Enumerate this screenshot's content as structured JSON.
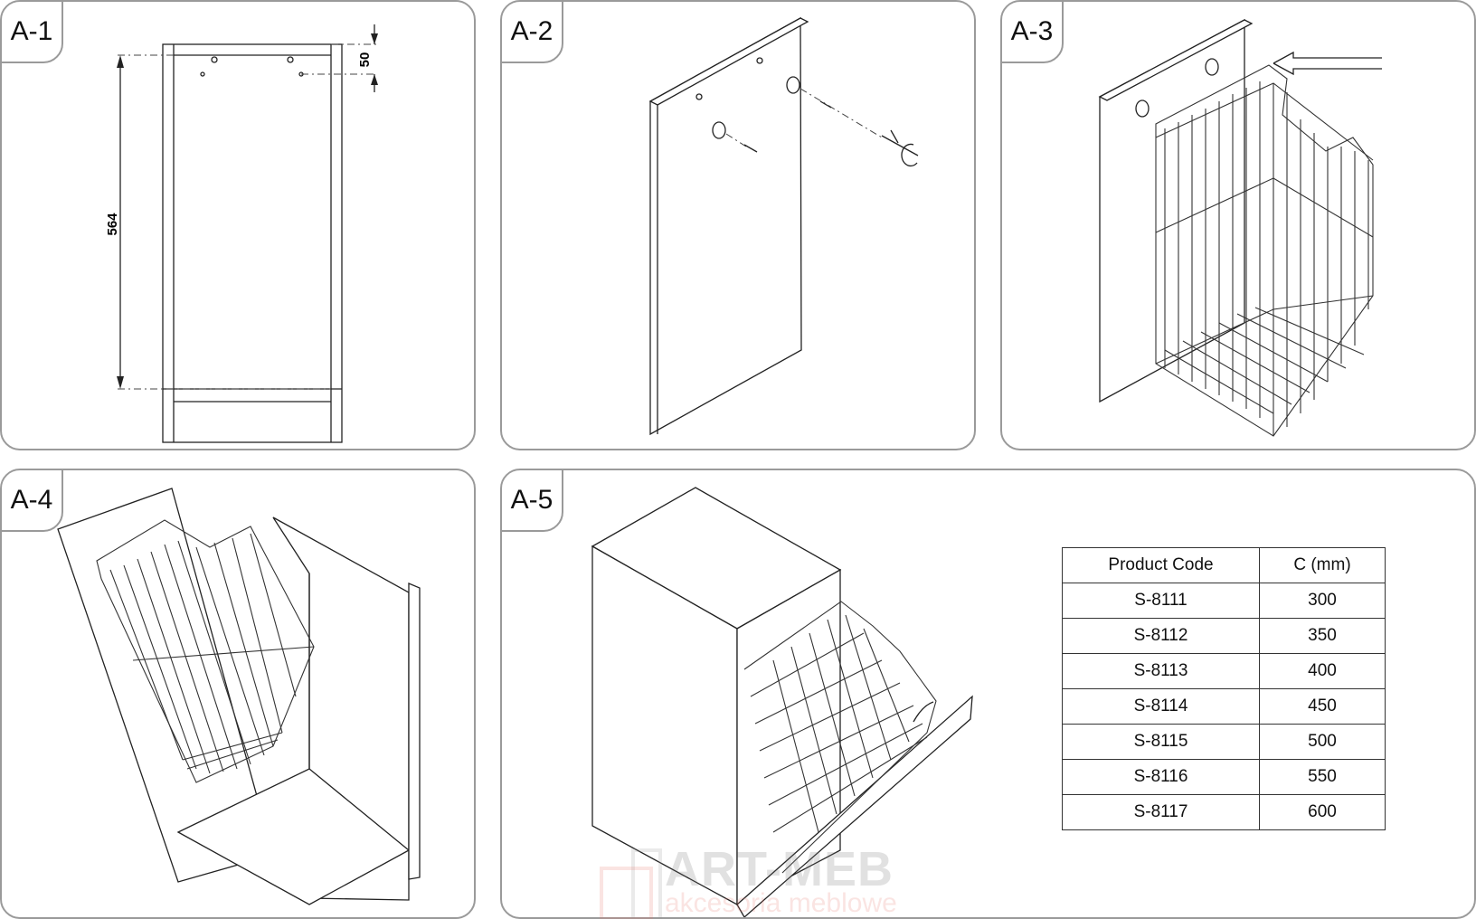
{
  "panels": [
    {
      "label": "A-1",
      "dimensions": {
        "height": "564",
        "offset": "50"
      }
    },
    {
      "label": "A-2"
    },
    {
      "label": "A-3"
    },
    {
      "label": "A-4"
    },
    {
      "label": "A-5"
    }
  ],
  "table": {
    "headers": [
      "Product Code",
      "C (mm)"
    ],
    "rows": [
      [
        "S-8111",
        "300"
      ],
      [
        "S-8112",
        "350"
      ],
      [
        "S-8113",
        "400"
      ],
      [
        "S-8114",
        "450"
      ],
      [
        "S-8115",
        "500"
      ],
      [
        "S-8116",
        "550"
      ],
      [
        "S-8117",
        "600"
      ]
    ]
  },
  "watermark": {
    "brand": "ART-MEB",
    "tagline": "akcesoria meblowe"
  }
}
